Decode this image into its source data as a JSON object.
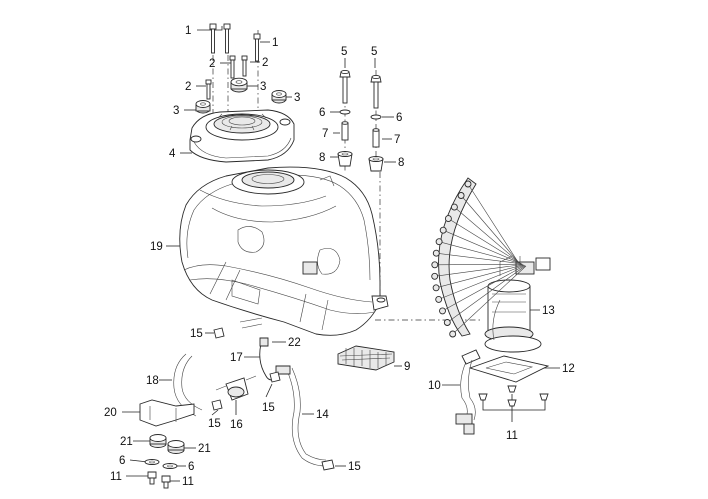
{
  "callouts": [
    {
      "id": "c1a",
      "text": "1"
    },
    {
      "id": "c1b",
      "text": "1"
    },
    {
      "id": "c2a",
      "text": "2"
    },
    {
      "id": "c2b",
      "text": "2"
    },
    {
      "id": "c2c",
      "text": "2"
    },
    {
      "id": "c3a",
      "text": "3"
    },
    {
      "id": "c3b",
      "text": "3"
    },
    {
      "id": "c3c",
      "text": "3"
    },
    {
      "id": "c4",
      "text": "4"
    },
    {
      "id": "c5a",
      "text": "5"
    },
    {
      "id": "c5b",
      "text": "5"
    },
    {
      "id": "c6a",
      "text": "6"
    },
    {
      "id": "c6b",
      "text": "6"
    },
    {
      "id": "c7a",
      "text": "7"
    },
    {
      "id": "c7b",
      "text": "7"
    },
    {
      "id": "c8a",
      "text": "8"
    },
    {
      "id": "c8b",
      "text": "8"
    },
    {
      "id": "c9",
      "text": "9"
    },
    {
      "id": "c10",
      "text": "10"
    },
    {
      "id": "c11a",
      "text": "11"
    },
    {
      "id": "c11b",
      "text": "11"
    },
    {
      "id": "c11c",
      "text": "11"
    },
    {
      "id": "c12",
      "text": "12"
    },
    {
      "id": "c13",
      "text": "13"
    },
    {
      "id": "c14",
      "text": "14"
    },
    {
      "id": "c15a",
      "text": "15"
    },
    {
      "id": "c15b",
      "text": "15"
    },
    {
      "id": "c15c",
      "text": "15"
    },
    {
      "id": "c15d",
      "text": "15"
    },
    {
      "id": "c16",
      "text": "16"
    },
    {
      "id": "c17",
      "text": "17"
    },
    {
      "id": "c18",
      "text": "18"
    },
    {
      "id": "c19",
      "text": "19"
    },
    {
      "id": "c20",
      "text": "20"
    },
    {
      "id": "c21a",
      "text": "21"
    },
    {
      "id": "c21b",
      "text": "21"
    },
    {
      "id": "c22",
      "text": "22"
    },
    {
      "id": "c6c",
      "text": "6"
    },
    {
      "id": "c6d",
      "text": "6"
    }
  ]
}
